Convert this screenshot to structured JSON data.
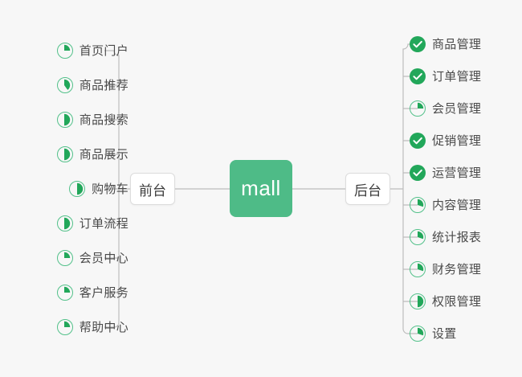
{
  "diagram": {
    "title": "mall",
    "center": {
      "label": "mall",
      "color": "#4ebb87"
    },
    "branches": [
      {
        "id": "frontend",
        "label": "前台",
        "side": "left",
        "items": [
          {
            "label": "首页门户",
            "state": "progress",
            "percent": 25
          },
          {
            "label": "商品推荐",
            "state": "progress",
            "percent": 40
          },
          {
            "label": "商品搜索",
            "state": "progress",
            "percent": 50
          },
          {
            "label": "商品展示",
            "state": "progress",
            "percent": 50
          },
          {
            "label": "购物车",
            "state": "progress",
            "percent": 50
          },
          {
            "label": "订单流程",
            "state": "progress",
            "percent": 50
          },
          {
            "label": "会员中心",
            "state": "progress",
            "percent": 25
          },
          {
            "label": "客户服务",
            "state": "progress",
            "percent": 25
          },
          {
            "label": "帮助中心",
            "state": "progress",
            "percent": 25
          }
        ]
      },
      {
        "id": "backend",
        "label": "后台",
        "side": "right",
        "items": [
          {
            "label": "商品管理",
            "state": "done",
            "percent": 100
          },
          {
            "label": "订单管理",
            "state": "done",
            "percent": 100
          },
          {
            "label": "会员管理",
            "state": "progress",
            "percent": 25
          },
          {
            "label": "促销管理",
            "state": "done",
            "percent": 100
          },
          {
            "label": "运营管理",
            "state": "done",
            "percent": 100
          },
          {
            "label": "内容管理",
            "state": "progress",
            "percent": 30
          },
          {
            "label": "统计报表",
            "state": "progress",
            "percent": 30
          },
          {
            "label": "财务管理",
            "state": "progress",
            "percent": 30
          },
          {
            "label": "权限管理",
            "state": "progress",
            "percent": 50
          },
          {
            "label": "设置",
            "state": "progress",
            "percent": 30
          }
        ]
      }
    ],
    "colors": {
      "background": "#f7f7f7",
      "accent": "#4ebb87",
      "ring": "#53c18a",
      "done_fill": "#22a75a",
      "wire": "#bdbdbd",
      "text": "#4a4a4a"
    }
  }
}
